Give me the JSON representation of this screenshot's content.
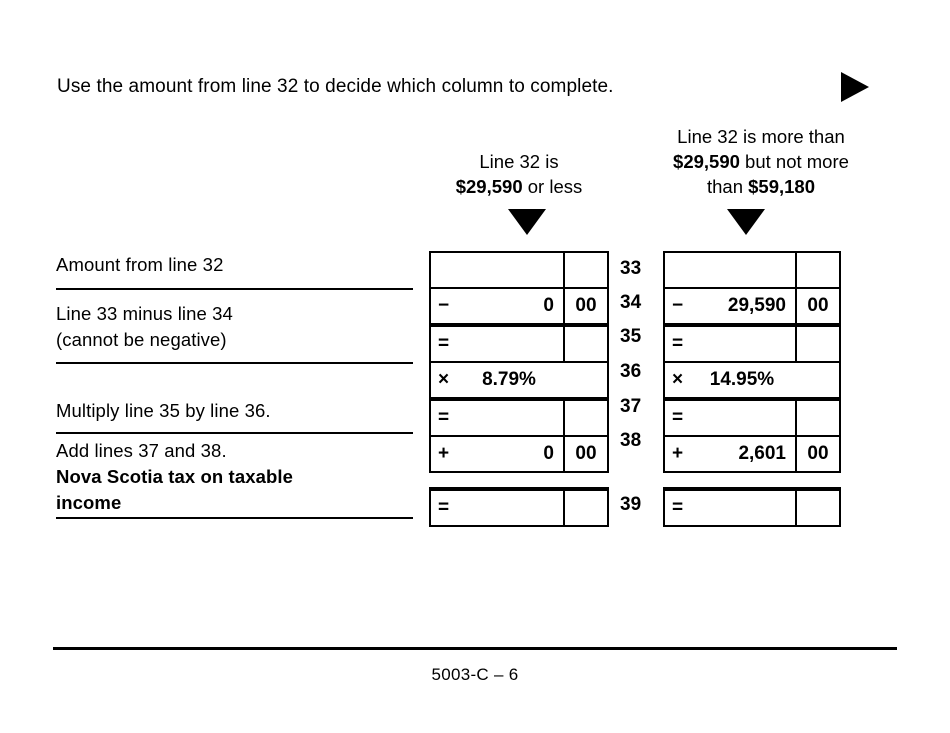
{
  "form": {
    "intro": "Use the amount from line 32 to decide which column to complete.",
    "footer_code": "5003-C – 6"
  },
  "columns": [
    {
      "id": "A",
      "header_line1": "Line 32 is",
      "header_line2_bold": "$29,590",
      "header_line2_rest": " or less",
      "arrow": "down-triangle"
    },
    {
      "id": "B",
      "header_line1": "Line 32 is more than",
      "header_line2_bold": "$29,590",
      "header_line2_rest": " but not more",
      "header_line3_rest": "than ",
      "header_line3_bold": "$59,180",
      "arrow": "down-triangle"
    }
  ],
  "labels": {
    "l33": "Amount from line 32",
    "l34_line1": "Line 33 minus line 34",
    "l34_line2": "(cannot be negative)",
    "l37": "Multiply line 35 by line 36.",
    "l38_line1": "Add lines 37 and 38.",
    "l38_bold1": "Nova Scotia tax on taxable",
    "l38_bold2": "income"
  },
  "line_numbers": {
    "n33": "33",
    "n34": "34",
    "n35": "35",
    "n36": "36",
    "n37": "37",
    "n38": "38",
    "n39": "39"
  },
  "rows": {
    "r33": {
      "col_a": {
        "op": "",
        "amount": "",
        "cents": ""
      },
      "col_b": {
        "op": "",
        "amount": "",
        "cents": ""
      }
    },
    "r34": {
      "col_a": {
        "op": "−",
        "amount": "0",
        "cents": "00"
      },
      "col_b": {
        "op": "−",
        "amount": "29,590",
        "cents": "00"
      }
    },
    "r35": {
      "col_a": {
        "op": "=",
        "amount": "",
        "cents": ""
      },
      "col_b": {
        "op": "=",
        "amount": "",
        "cents": ""
      }
    },
    "r36": {
      "col_a": {
        "op": "×",
        "rate": "8.79%"
      },
      "col_b": {
        "op": "×",
        "rate": "14.95%"
      }
    },
    "r37": {
      "col_a": {
        "op": "=",
        "amount": "",
        "cents": ""
      },
      "col_b": {
        "op": "=",
        "amount": "",
        "cents": ""
      }
    },
    "r38": {
      "col_a": {
        "op": "+",
        "amount": "0",
        "cents": "00"
      },
      "col_b": {
        "op": "+",
        "amount": "2,601",
        "cents": "00"
      }
    },
    "r39": {
      "col_a": {
        "op": "=",
        "amount": "",
        "cents": ""
      },
      "col_b": {
        "op": "=",
        "amount": "",
        "cents": ""
      }
    }
  },
  "colors": {
    "ink": "#000000",
    "paper": "#ffffff"
  }
}
